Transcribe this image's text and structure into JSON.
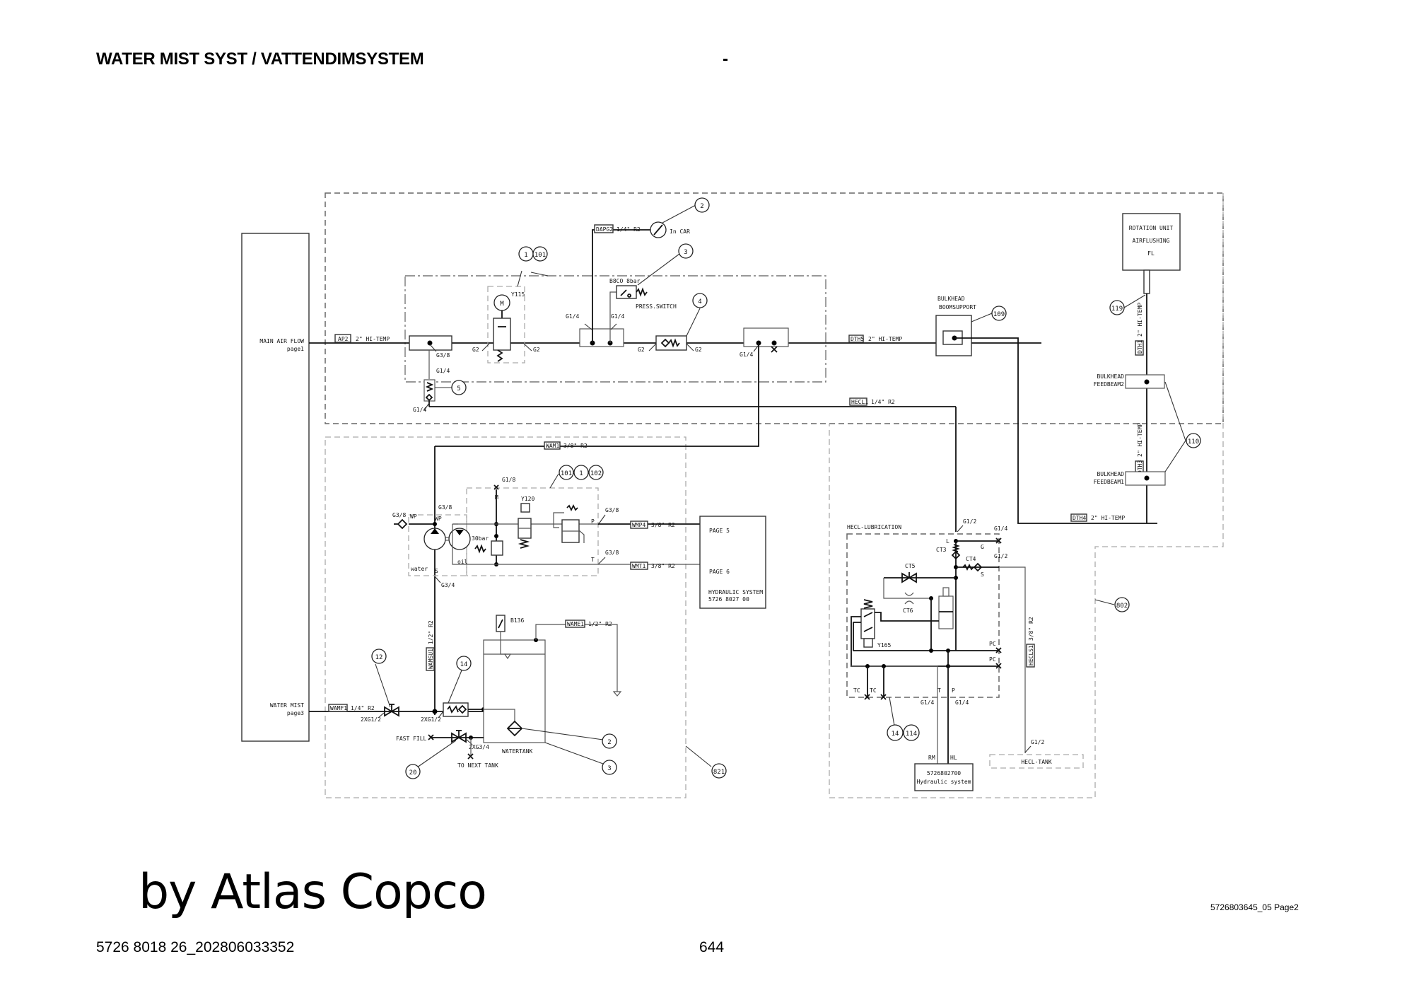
{
  "header": {
    "title": "WATER MIST SYST / VATTENDIMSYSTEM",
    "dash": "-"
  },
  "footer": {
    "brand": "by Atlas Copco",
    "doc_ref": "5726803645_05 Page2",
    "doc_id": "5726 8018 26_202806033352",
    "page_number": "644"
  },
  "diagram": {
    "left_block": {
      "main_air_flow": "MAIN AIR FLOW",
      "main_air_page": "page1",
      "water_mist": "WATER MIST",
      "water_mist_page": "page3"
    },
    "air_section": {
      "hose_ap2_tag": "AP2",
      "hose_ap2_spec": "2\" HI-TEMP",
      "port_g38": "G3/8",
      "port_g14_a": "G1/4",
      "port_g14_b": "G1/4",
      "port_g2_a": "G2",
      "port_g2_b": "G2",
      "valve_y115": "Y115",
      "motor": "M",
      "manifold_g14_left": "G1/4",
      "manifold_g14_right": "G1/4",
      "hose_dapg2_tag": "DAPG2",
      "hose_dapg2_spec": "1/4\" R2",
      "gauge_label": "In CAR",
      "press_switch_rating": "B8CO 8bar",
      "press_switch_label": "PRESS.SWITCH",
      "check_g2_a": "G2",
      "check_g2_b": "G2",
      "outlet_g14": "G1/4",
      "hose_dth5_tag": "DTH5",
      "hose_dth5_spec": "2\" HI-TEMP",
      "hose_hecl1_tag": "HECL1",
      "hose_hecl1_spec": "1/4\" R2"
    },
    "boom_section": {
      "bulkhead_boom_1": "BULKHEAD",
      "bulkhead_boom_2": "BOOMSUPPORT",
      "rotation_unit_1": "ROTATION UNIT",
      "rotation_unit_2": "AIRFLUSHING",
      "rotation_unit_3": "FL",
      "hose_dth1_tag": "DTH1",
      "hose_dth1_spec": "2\" HI-TEMP",
      "bulkhead_fb2_1": "BULKHEAD",
      "bulkhead_fb2_2": "FEEDBEAM2",
      "hose_dth3_tag": "DTH3",
      "hose_dth3_spec": "2\" HI-TEMP",
      "bulkhead_fb1_1": "BULKHEAD",
      "bulkhead_fb1_2": "FEEDBEAM1",
      "hose_dth4_tag": "DTH4",
      "hose_dth4_spec": "2\" HI-TEMP"
    },
    "pump_section": {
      "hose_wam1_tag": "WAM1",
      "hose_wam1_spec": "3/8\" R2",
      "port_g18": "G1/8",
      "port_m": "M",
      "valve_y120": "Y120",
      "port_g38_in": "G3/8",
      "port_g38_wp": "G3/8",
      "wp_a": "WP",
      "wp_b": "WP",
      "relief": "30bar",
      "oil": "oil",
      "water": "water",
      "port_s": "S",
      "port_g34": "G3/4",
      "port_p": "P",
      "port_g38_p": "G3/8",
      "port_t": "T",
      "port_g38_t": "G3/8",
      "hose_wmp4_tag": "WMP4",
      "hose_wmp4_spec": "3/8\" R2",
      "hose_wmt1_tag": "WMT1",
      "hose_wmt1_spec": "3/8\" R2",
      "hyd_page5": "PAGE 5",
      "hyd_page6": "PAGE 6",
      "hyd_system": "HYDRAULIC SYSTEM",
      "hyd_number": "5726 8027 00"
    },
    "tank_section": {
      "hose_wamsu1_tag": "WAMSU1",
      "hose_wamsu1_spec": "1/2\" R2",
      "level_switch": "B136",
      "hose_wame1_tag": "WAME1",
      "hose_wame1_spec": "1/2\" R2",
      "hose_wamf1_tag": "WAMF1",
      "hose_wamf1_spec": "1/4\" R2",
      "port_2xg12_a": "2XG1/2",
      "port_2xg12_b": "2XG1/2",
      "fast_fill": "FAST FILL",
      "port_2xg34": "2XG3/4",
      "to_next_tank": "TO NEXT TANK",
      "watertank": "WATERTANK"
    },
    "hecl_section": {
      "title": "HECL-LUBRICATION",
      "port_g12_l": "G1/2",
      "port_g14_g": "G1/4",
      "port_l": "L",
      "port_g": "G",
      "ct3": "CT3",
      "ct4": "CT4",
      "port_g12_s": "G1/2",
      "port_s": "S",
      "ct5": "CT5",
      "ct6": "CT6",
      "y165": "Y165",
      "pc_a": "PC",
      "pc_b": "PC",
      "tc_a": "TC",
      "tc_b": "TC",
      "port_t": "T",
      "port_p": "P",
      "port_g14_t": "G1/4",
      "port_g14_p": "G1/4",
      "hose_hecls1_tag": "HECLS1",
      "hose_hecls1_spec": "3/8\" R2",
      "tank_port": "G1/2",
      "hecl_tank": "HECL-TANK",
      "rm": "RM",
      "hl": "HL",
      "hyd_number": "5726802700",
      "hyd_system": "Hydraulic system"
    },
    "item_bubbles": {
      "air_valve_1": "1",
      "air_valve_101": "101",
      "gauge_2": "2",
      "switch_3": "3",
      "check_4": "4",
      "check_5": "5",
      "boom_109": "109",
      "rotation_119": "119",
      "feedbeam_110": "110",
      "pump_101": "101",
      "pump_1": "1",
      "pump_102": "102",
      "valve_12": "12",
      "check_14": "14",
      "valve_20": "20",
      "tank_2": "2",
      "tank_3": "3",
      "region_821": "821",
      "region_802": "802",
      "hecl_14": "14",
      "hecl_114": "114"
    }
  }
}
